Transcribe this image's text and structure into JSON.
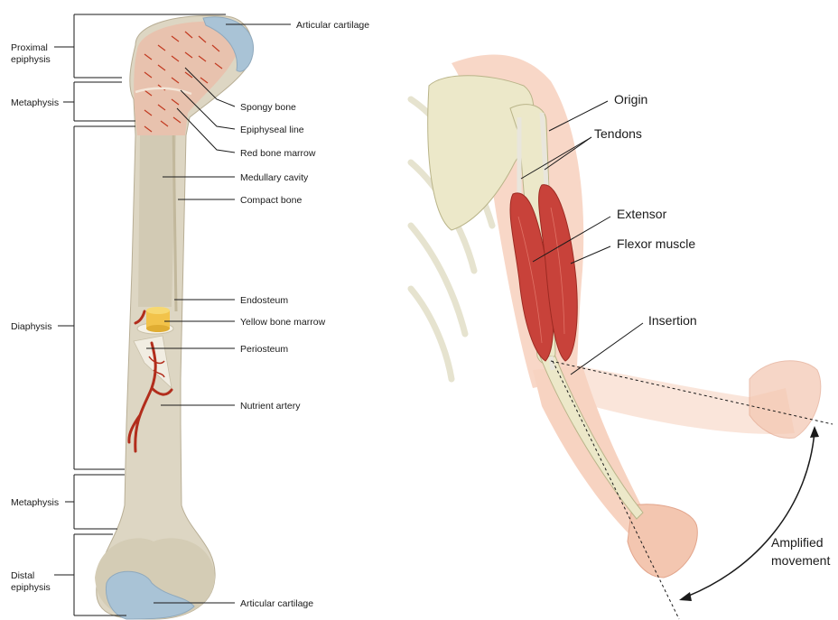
{
  "colors": {
    "bone_shaft": "#ddd6c3",
    "bone_shadow": "#c9bfa6",
    "cartilage": "#a9c3d6",
    "spongy": "#e8c2ae",
    "marrow_red": "#c23b22",
    "yellow_marrow": "#f2c34a",
    "artery": "#b22d1c",
    "skin": "#f7d3c1",
    "muscle": "#c8423a",
    "skeleton": "#ece8c9",
    "tendon": "#e9e6dc"
  },
  "bone_diagram": {
    "regions": {
      "proximal_epiphysis": "Proximal\nepiphysis",
      "metaphysis_top": "Metaphysis",
      "diaphysis": "Diaphysis",
      "metaphysis_bottom": "Metaphysis",
      "distal_epiphysis": "Distal\nepiphysis"
    },
    "labels": {
      "articular_cartilage_top": "Articular cartilage",
      "spongy_bone": "Spongy bone",
      "epiphyseal_line": "Epiphyseal line",
      "red_bone_marrow": "Red bone marrow",
      "medullary_cavity": "Medullary cavity",
      "compact_bone": "Compact bone",
      "endosteum": "Endosteum",
      "yellow_bone_marrow": "Yellow bone marrow",
      "periosteum": "Periosteum",
      "nutrient_artery": "Nutrient artery",
      "articular_cartilage_bottom": "Articular cartilage"
    }
  },
  "arm_diagram": {
    "labels": {
      "origin": "Origin",
      "tendons": "Tendons",
      "extensor": "Extensor",
      "flexor_muscle": "Flexor muscle",
      "insertion": "Insertion",
      "amplified_line1": "Amplified",
      "amplified_line2": "movement"
    }
  }
}
